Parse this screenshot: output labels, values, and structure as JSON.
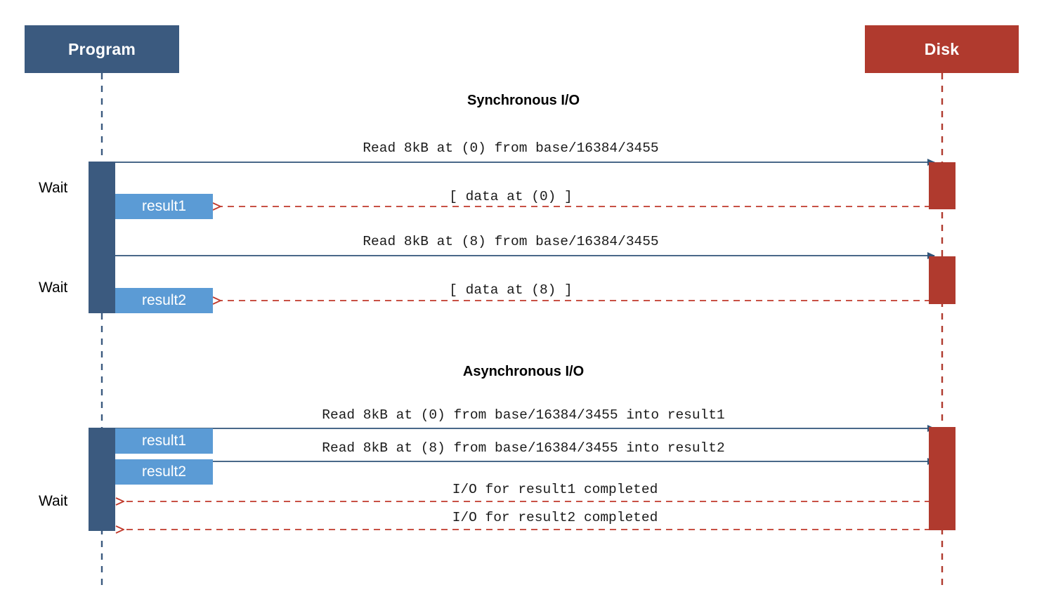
{
  "diagram": {
    "title_sync": "Synchronous I/O",
    "title_async": "Asynchronous I/O",
    "colors": {
      "program_blue": "#3b5a7f",
      "disk_red": "#b03a2e",
      "result_blue": "#5b9bd5",
      "arrow_blue": "#2f5378",
      "arrow_red": "#c0392b",
      "background": "#ffffff",
      "text": "#000000"
    }
  },
  "actors": {
    "left": {
      "label": "Program",
      "lifeline_color": "#3b5a7f"
    },
    "right": {
      "label": "Disk",
      "lifeline_color": "#b03a2e"
    }
  },
  "sync_section": {
    "title": "Synchronous I/O",
    "wait_labels": [
      "Wait",
      "Wait"
    ],
    "messages": [
      {
        "text": "Read 8kB at (0) from base/16384/3455",
        "kind": "request",
        "direction": "right"
      },
      {
        "text": "[ data at (0) ]",
        "kind": "response",
        "direction": "left"
      },
      {
        "text": "Read 8kB at (8) from base/16384/3455",
        "kind": "request",
        "direction": "right"
      },
      {
        "text": "[ data at (8) ]",
        "kind": "response",
        "direction": "left"
      }
    ],
    "result_boxes": [
      "result1",
      "result2"
    ]
  },
  "async_section": {
    "title": "Asynchronous I/O",
    "wait_labels": [
      "Wait"
    ],
    "messages": [
      {
        "text": "Read 8kB at (0) from base/16384/3455 into result1",
        "kind": "request",
        "direction": "right"
      },
      {
        "text": "Read 8kB at (8) from base/16384/3455 into result2",
        "kind": "request",
        "direction": "right"
      },
      {
        "text": "I/O for result1 completed",
        "kind": "response",
        "direction": "left"
      },
      {
        "text": "I/O for result2 completed",
        "kind": "response",
        "direction": "left"
      }
    ],
    "result_boxes": [
      "result1",
      "result2"
    ]
  }
}
